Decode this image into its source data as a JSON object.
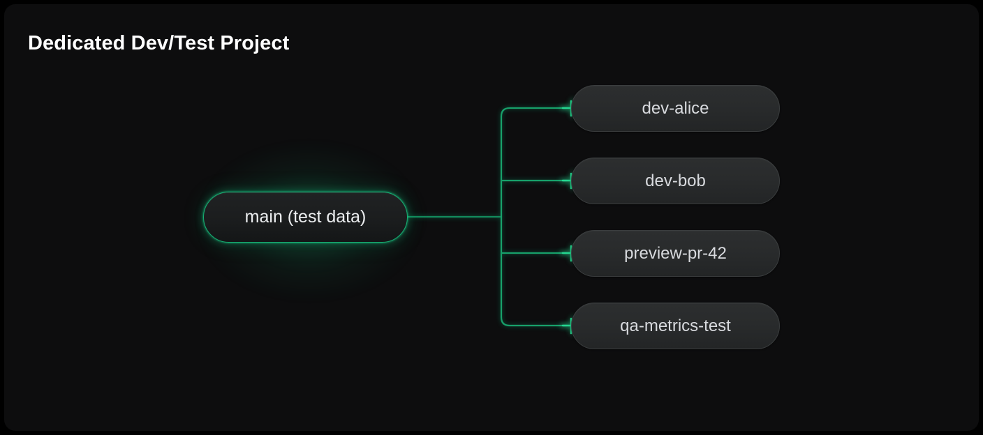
{
  "page": {
    "title": "Dedicated Dev/Test Project",
    "background_color": "#000000",
    "canvas_color": "#0d0d0e"
  },
  "theme": {
    "accent_green": "#17b375",
    "connector_green": "#17a06a",
    "trunk_green": "#128a5c",
    "node_fill": "#2a2c2d",
    "node_border": "#3a3d3e",
    "root_text_color": "#eceef0",
    "child_text_color": "#d8dade",
    "title_color": "#ffffff"
  },
  "diagram": {
    "type": "branch-tree",
    "orientation": "left-to-right",
    "root": {
      "label": "main (test data)",
      "highlighted": true
    },
    "children": [
      {
        "label": "dev-alice"
      },
      {
        "label": "dev-bob"
      },
      {
        "label": "preview-pr-42"
      },
      {
        "label": "qa-metrics-test"
      }
    ]
  }
}
